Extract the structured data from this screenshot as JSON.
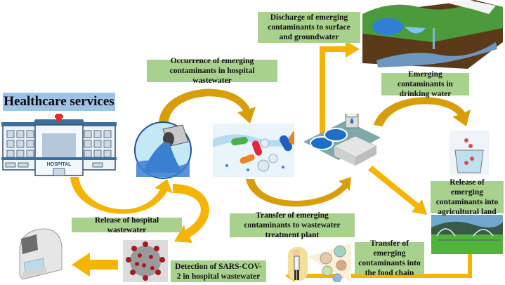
{
  "title": "Healthcare services",
  "hospital_sign": "HOSPITAL",
  "labels": {
    "occurrence": "Occurrence of emerging contaminants in hospital wastewater",
    "discharge": "Discharge of emerging contaminants to surface and groundwater",
    "drinking": "Emerging contaminants in drinking water",
    "release_hospital": "Release of hospital wastewater",
    "transfer_wwtp": "Transfer of emerging contaminants to wastewater treatment plant",
    "release_agri": "Release of emerging contaminants into agricultural land",
    "food_chain": "Transfer of emerging contaminants into the food chain",
    "detection": "Detection of SARS-COV-2 in hospital wastewater"
  },
  "colors": {
    "label_bg": "#a9d18e",
    "title_bg": "#9dc3e6",
    "arrow": "#f5b400",
    "arrow_dark": "#d89e0a"
  }
}
